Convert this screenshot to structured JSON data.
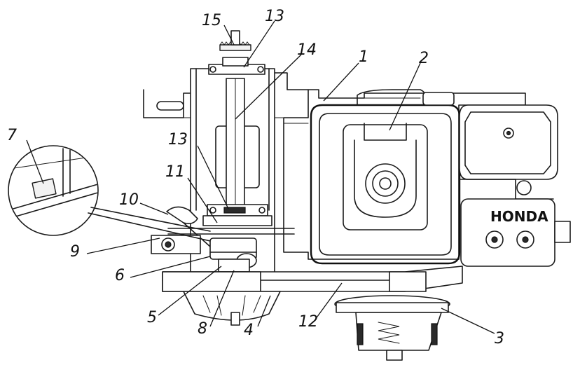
{
  "labels": [
    {
      "id": "1",
      "text": "1"
    },
    {
      "id": "2",
      "text": "2"
    },
    {
      "id": "3",
      "text": "3"
    },
    {
      "id": "4",
      "text": "4"
    },
    {
      "id": "5",
      "text": "5"
    },
    {
      "id": "6",
      "text": "6"
    },
    {
      "id": "7",
      "text": "7"
    },
    {
      "id": "8",
      "text": "8"
    },
    {
      "id": "9",
      "text": "9"
    },
    {
      "id": "10",
      "text": "10"
    },
    {
      "id": "11",
      "text": "11"
    },
    {
      "id": "12",
      "text": "12"
    },
    {
      "id": "13a",
      "text": "13"
    },
    {
      "id": "13b",
      "text": "13"
    },
    {
      "id": "14",
      "text": "14"
    },
    {
      "id": "15",
      "text": "15"
    }
  ],
  "engine_logo": "HONDA"
}
